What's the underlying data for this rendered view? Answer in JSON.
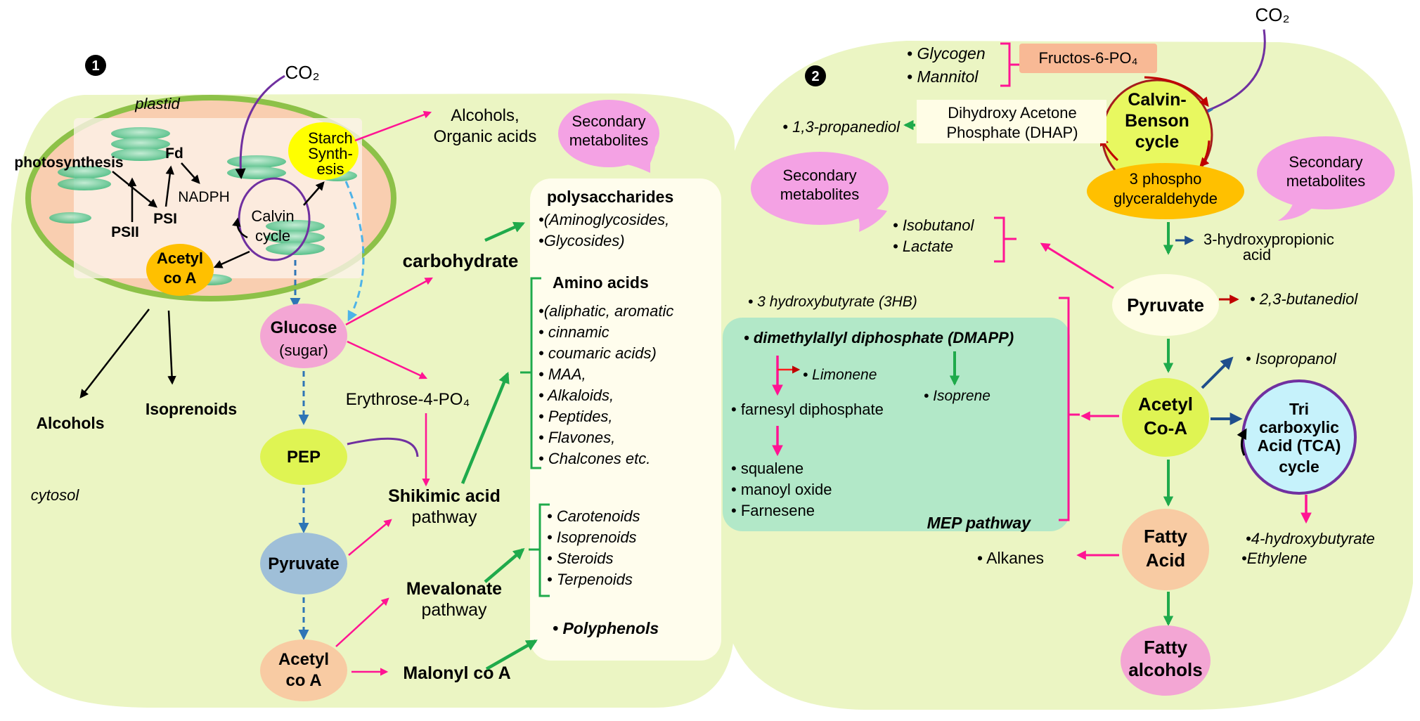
{
  "panel1": {
    "badge": "1",
    "plastid": "plastid",
    "co2": "CO₂",
    "starch": [
      "Starch",
      "Synth-",
      "esis"
    ],
    "photosynthesis": "photosynthesis",
    "fd": "Fd",
    "nadph": "NADPH",
    "psii": "PSII",
    "psi": "PSI",
    "calvin": [
      "Calvin",
      "cycle"
    ],
    "acetyl_plastid": [
      "Acetyl",
      "co A"
    ],
    "alcohols_organic": [
      "Alcohols,",
      "Organic acids"
    ],
    "secondary": [
      "Secondary",
      "metabolites"
    ],
    "glucose": "Glucose",
    "sugar": "(sugar)",
    "carbohydrate": "carbohydrate",
    "erythrose": "Erythrose-4-PO₄",
    "pep": "PEP",
    "shikimic": [
      "Shikimic acid",
      "pathway"
    ],
    "pyruvate": "Pyruvate",
    "mevalonate": [
      "Mevalonate",
      "pathway"
    ],
    "acetyl": [
      "Acetyl",
      "co A"
    ],
    "malonyl": "Malonyl co A",
    "alcohols": "Alcohols",
    "isoprenoids": "Isoprenoids",
    "cytosol": "cytosol",
    "polysaccharides_title": "polysaccharides",
    "polysaccharides_items": [
      "•(Aminoglycosides,",
      "•Glycosides)"
    ],
    "amino_title": "Amino acids",
    "amino_items": [
      "•(aliphatic, aromatic",
      "•  cinnamic",
      "•  coumaric acids)",
      "•  MAA,",
      "•  Alkaloids,",
      "•  Peptides,",
      "•  Flavones,",
      "•  Chalcones etc."
    ],
    "terp_items": [
      "•  Carotenoids",
      "•  Isoprenoids",
      "•  Steroids",
      "•  Terpenoids"
    ],
    "polyphenols": "• Polyphenols"
  },
  "panel2": {
    "badge": "2",
    "co2": "CO₂",
    "glycogen": "•  Glycogen",
    "mannitol": "•  Mannitol",
    "fructose": "Fructos-6-PO₄",
    "calvin": [
      "Calvin-",
      "Benson",
      "cycle"
    ],
    "propanediol": "• 1,3-propanediol",
    "dhap": [
      "Dihydroxy Acetone",
      "Phosphate (DHAP)"
    ],
    "g3p": [
      "3 phospho",
      "glyceraldehyde"
    ],
    "secondary_left": [
      "Secondary",
      "metabolites"
    ],
    "secondary_right": [
      "Secondary",
      "metabolites"
    ],
    "isobutanol": "•  Isobutanol",
    "lactate": "•  Lactate",
    "hydroxypropionic": [
      "3-hydroxypropionic",
      "acid"
    ],
    "pyruvate": "Pyruvate",
    "butanediol": "• 2,3-butanediol",
    "hb3": "•  3 hydroxybutyrate (3HB)",
    "dmapp": "• dimethylallyl diphosphate (DMAPP)",
    "limonene": "• Limonene",
    "isoprene": "• Isoprene",
    "farnesyl": "• farnesyl diphosphate",
    "squalene": "• squalene",
    "manoyl": "• manoyl oxide",
    "farnesene": "• Farnesene",
    "mep": "MEP pathway",
    "isopropanol": "•  Isopropanol",
    "acetyl": [
      "Acetyl",
      "Co-A"
    ],
    "tca": [
      "Tri",
      "carboxylic",
      "Acid (TCA)",
      "cycle"
    ],
    "fatty_acid": [
      "Fatty",
      "Acid"
    ],
    "alkanes": "•  Alkanes",
    "hydroxybutyrate4": "•4-hydroxybutyrate",
    "ethylene": "•Ethylene",
    "fatty_alcohols": [
      "Fatty",
      "alcohols"
    ]
  },
  "colors": {
    "panel_bg": "#ebf5c3",
    "plastid_fill": "#f9ceb0",
    "plastid_border": "#8dc148",
    "starch_fill": "#ffff00",
    "acetyl_fill": "#ffc000",
    "glucose_fill": "#f3a6d4",
    "pep_fill": "#dff453",
    "pyruvate_fill": "#9fbfd8",
    "acetyl_cytosol_fill": "#f8cba3",
    "secondary_fill": "#f4a2e4",
    "list_bg": "#fffded",
    "mep_fill": "#b2e8c8",
    "tca_fill": "#c6f2fb",
    "tca_border": "#7030a0",
    "magenta_arrow": "#ff1493",
    "green_arrow": "#1faa4b",
    "blue_arrow": "#2e75b6",
    "navy_arrow": "#1f4e8c",
    "red_arrow": "#c00000",
    "purple_arrow": "#7030a0"
  }
}
